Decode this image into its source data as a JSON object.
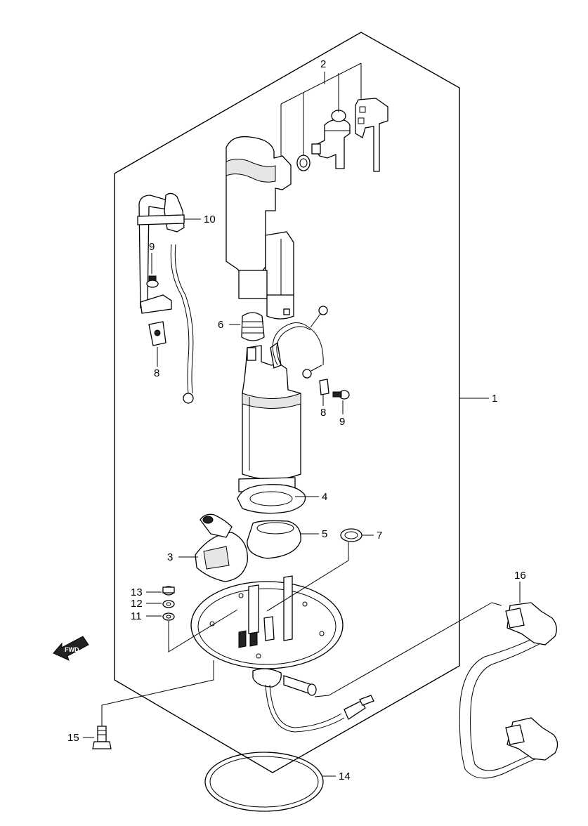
{
  "callouts": {
    "c1": "1",
    "c2": "2",
    "c3": "3",
    "c4": "4",
    "c5": "5",
    "c6": "6",
    "c7": "7",
    "c8a": "8",
    "c8b": "8",
    "c9a": "9",
    "c9b": "9",
    "c10": "10",
    "c11": "11",
    "c12": "12",
    "c13": "13",
    "c14": "14",
    "c15": "15",
    "c16": "16"
  },
  "fwd_label": "FWD"
}
